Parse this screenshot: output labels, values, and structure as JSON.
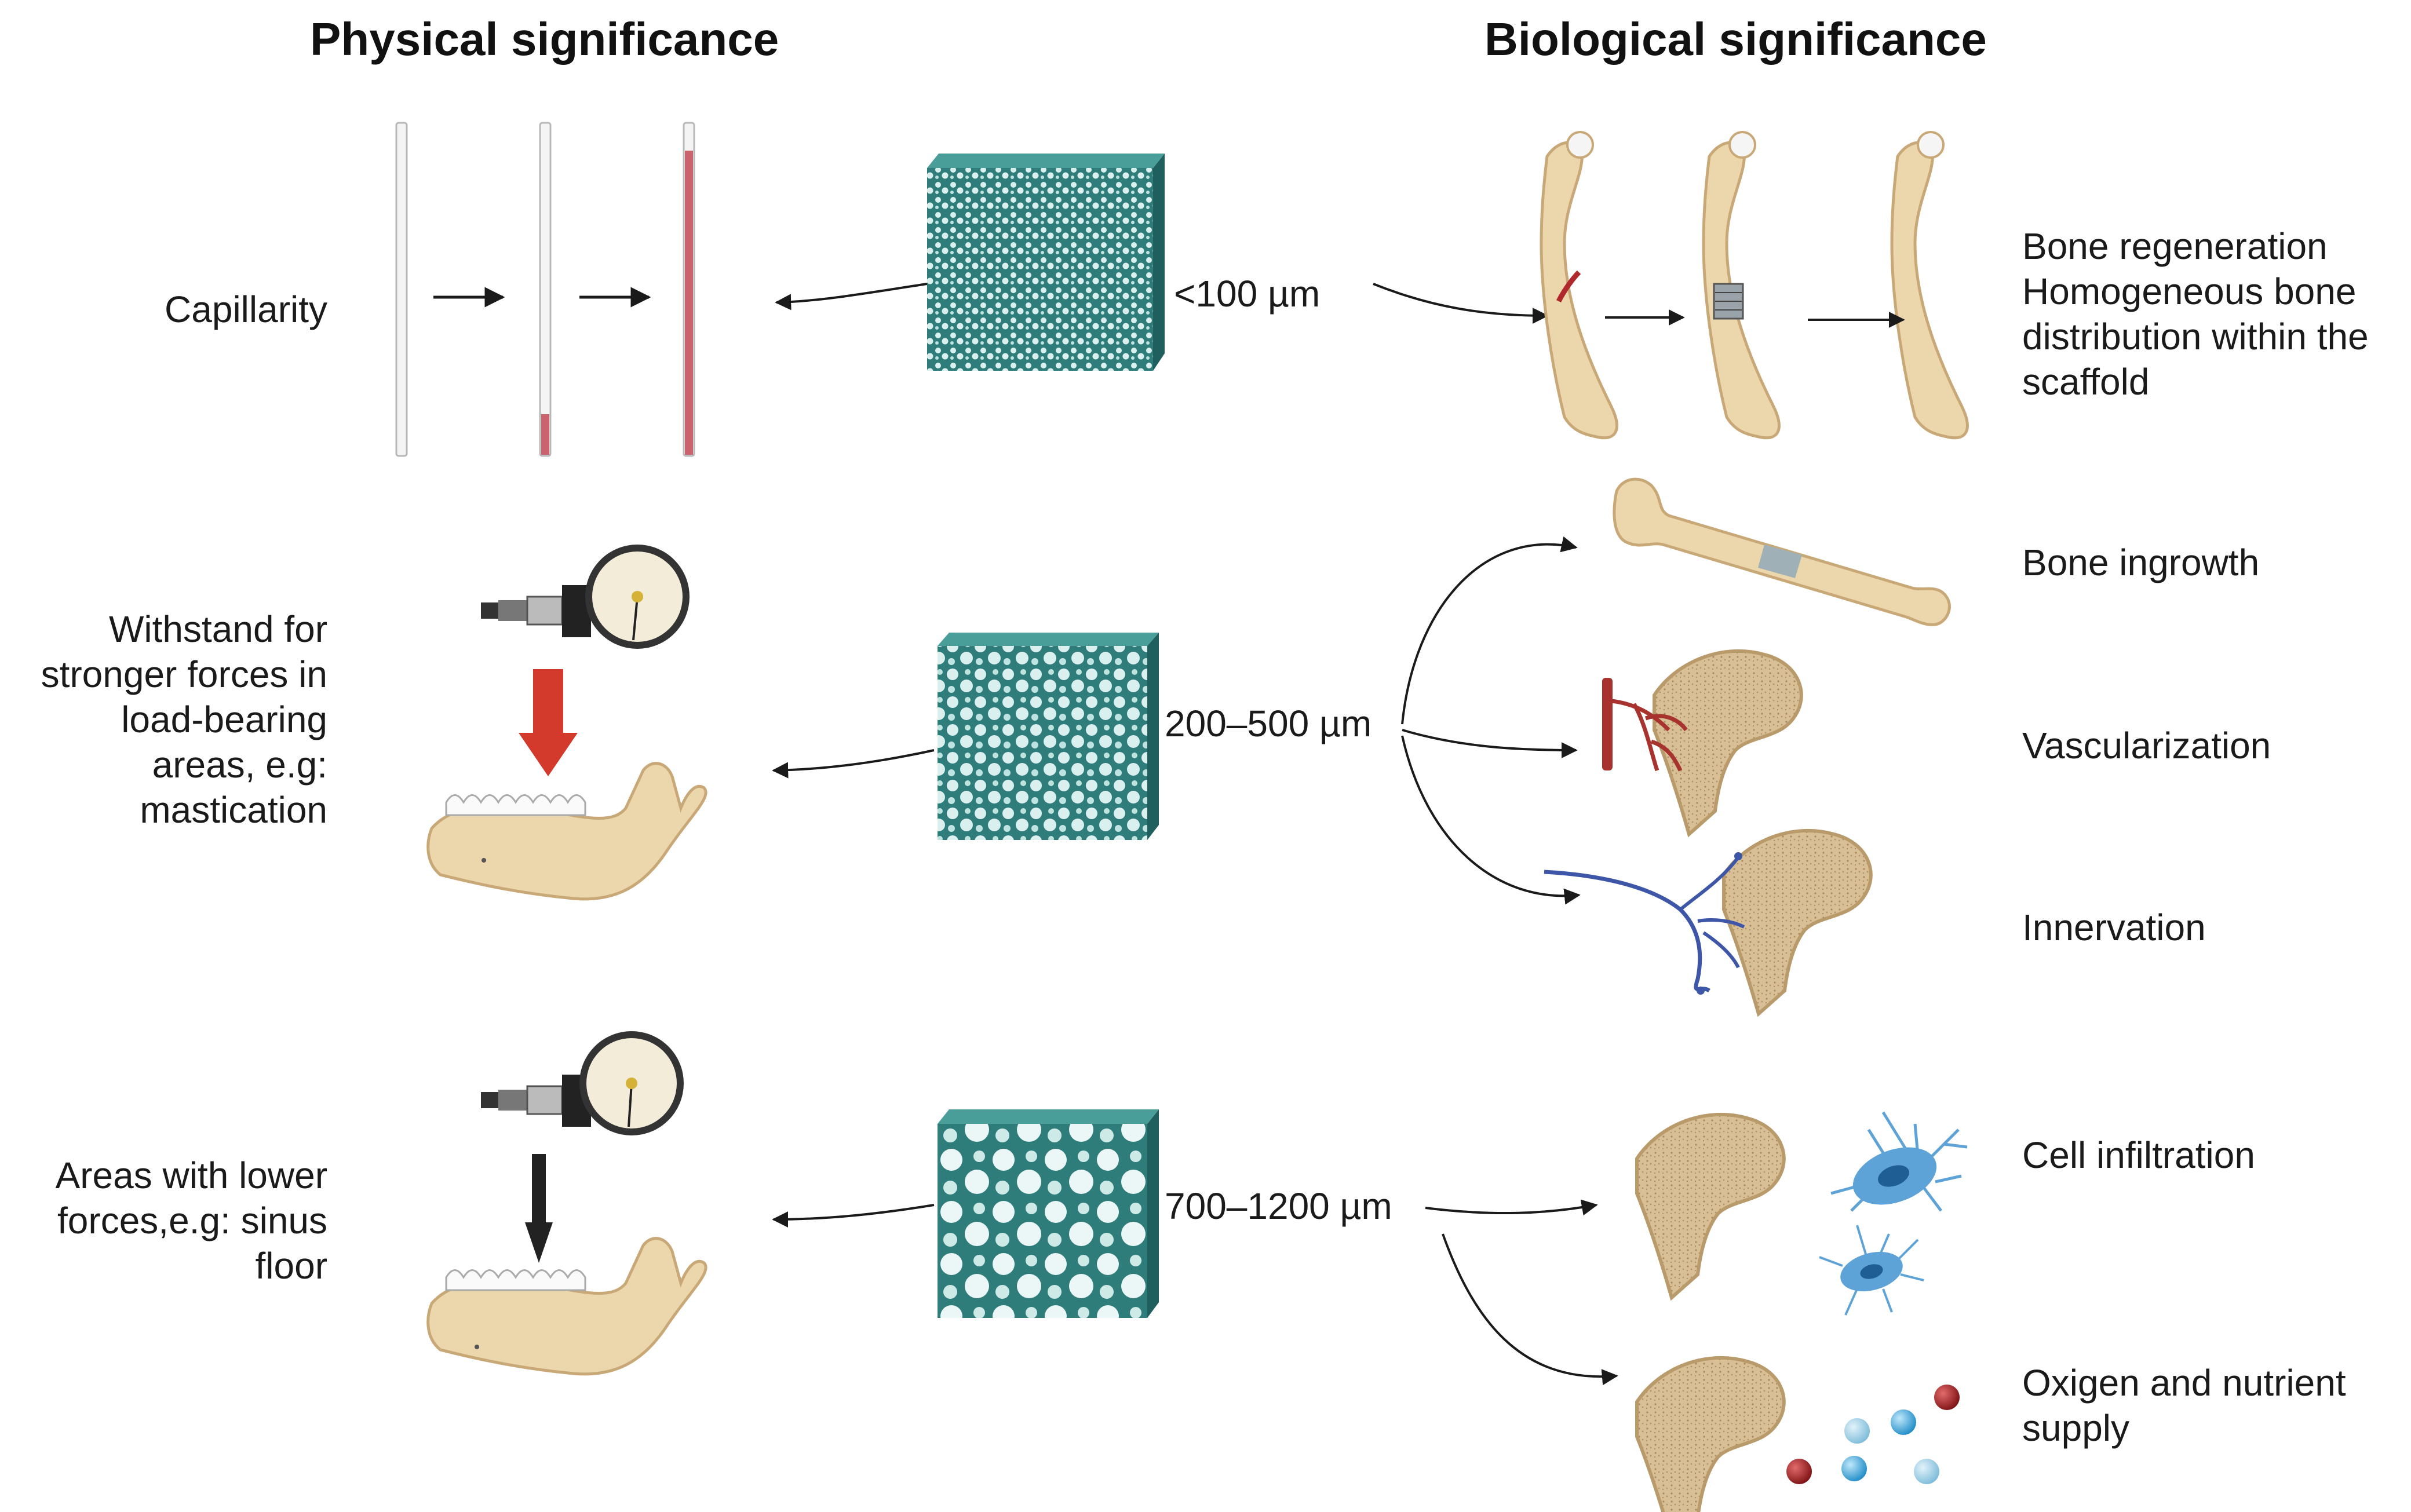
{
  "headers": {
    "physical": "Physical significance",
    "biological": "Biological significance"
  },
  "rows": [
    {
      "pore_size": "<100 µm",
      "physical_lines": [
        "Capillarity"
      ],
      "biological": [
        [
          "Bone regeneration",
          "Homogeneous bone",
          "distribution within the",
          "scaffold"
        ]
      ]
    },
    {
      "pore_size": "200–500  µm",
      "physical_lines": [
        "Withstand for",
        "stronger forces in",
        "load-bearing",
        "areas, e.g:",
        "mastication"
      ],
      "biological": [
        [
          "Bone ingrowth"
        ],
        [
          "Vascularization"
        ],
        [
          "Innervation"
        ]
      ]
    },
    {
      "pore_size": "700–1200  µm",
      "physical_lines": [
        "Areas with lower",
        "forces,e.g: sinus",
        "floor"
      ],
      "biological": [
        [
          "Cell infiltration"
        ],
        [
          "Oxigen and nutrient",
          "supply"
        ]
      ]
    }
  ],
  "colors": {
    "scaffold": "#5fb0ad",
    "scaffold_dark": "#2f7d7a",
    "bone": "#ecd7ad",
    "bone_spongy": "#c9aa7f",
    "blood": "#a8322e",
    "nerve": "#3e56a8",
    "force_strong": "#d33a2c",
    "force_weak": "#222222",
    "capillary_fluid": "#c9646f",
    "cell": "#5ea3d8",
    "rbc": "#a01e22",
    "nutrient": "#52b6e5"
  },
  "icons": [
    "capillary-tube-icon",
    "scaffold-cube-icon",
    "femur-icon",
    "fracture-icon",
    "implant-mesh-icon",
    "long-bone-icon",
    "femur-head-icon",
    "blood-vessel-icon",
    "nerve-icon",
    "pressure-gauge-icon",
    "force-arrow-icon",
    "mandible-icon",
    "bone-cell-icon",
    "blood-cell-icon"
  ]
}
